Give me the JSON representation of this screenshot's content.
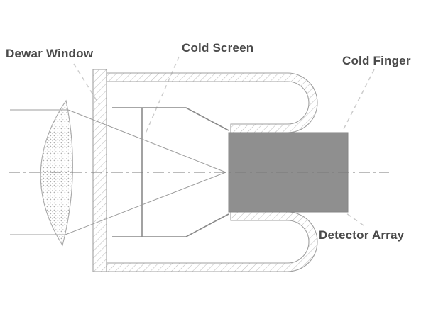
{
  "diagram": {
    "type": "technical-schematic",
    "subject": "IR detector dewar cross-section",
    "labels": {
      "dewar_window": "Dewar Window",
      "cold_screen": "Cold Screen",
      "cold_finger": "Cold Finger",
      "detector_array": "Detector Array"
    },
    "colors": {
      "background": "#ffffff",
      "label_text": "#4a4a4a",
      "outline_line": "#a0a0a0",
      "ray_line": "#9c9c9c",
      "hatch_line": "#bdbdbd",
      "leader_line": "#cccccc",
      "cold_finger_fill": "#8f8f8f",
      "centerline": "#7a7a7a"
    }
  }
}
